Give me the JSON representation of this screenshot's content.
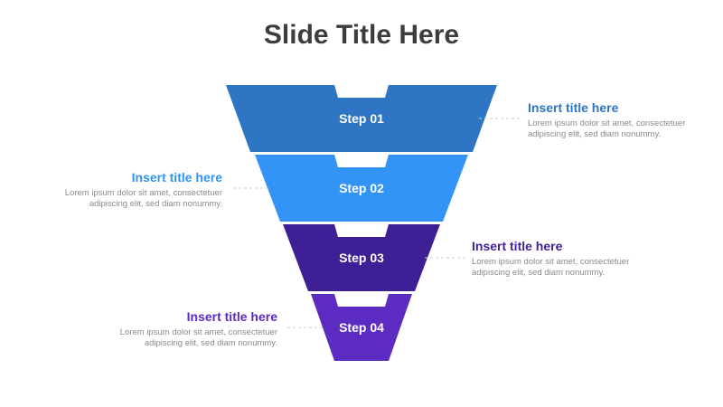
{
  "slide": {
    "title": "Slide Title Here"
  },
  "colors": {
    "step1": "#2e75c3",
    "step2": "#3394f7",
    "step3": "#3f1f96",
    "step4": "#5b2bc2"
  },
  "steps": [
    {
      "label": "Step 01",
      "title": "Insert title here",
      "body": "Lorem ipsum dolor sit amet, consectetuer adipiscing elit, sed diam nonummy."
    },
    {
      "label": "Step 02",
      "title": "Insert title here",
      "body": "Lorem ipsum dolor sit amet, consectetuer adipiscing elit, sed diam nonummy."
    },
    {
      "label": "Step 03",
      "title": "Insert title here",
      "body": "Lorem ipsum dolor sit amet, consectetuer adipiscing elit, sed diam nonummy."
    },
    {
      "label": "Step 04",
      "title": "Insert title here",
      "body": "Lorem ipsum dolor sit amet, consectetuer adipiscing elit, sed diam nonummy."
    }
  ]
}
